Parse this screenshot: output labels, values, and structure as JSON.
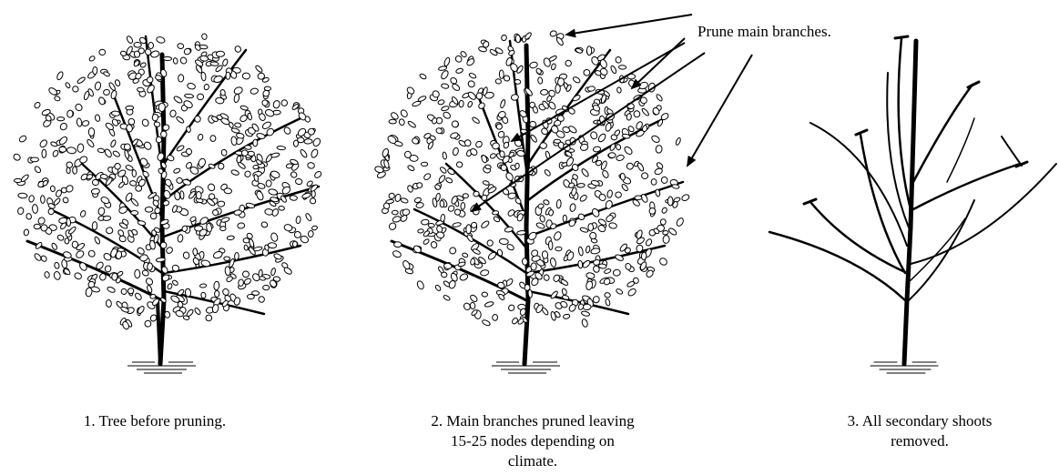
{
  "annotation": "Prune main branches.",
  "panels": [
    {
      "caption_line1": "1. Tree before pruning.",
      "caption_line2": "",
      "caption_line3": "",
      "state": "full-foliage"
    },
    {
      "caption_line1": "2. Main branches pruned leaving",
      "caption_line2": "15-25 nodes depending on",
      "caption_line3": "climate.",
      "state": "main-branches-pruned"
    },
    {
      "caption_line1": "3. All secondary shoots",
      "caption_line2": "removed.",
      "caption_line3": "",
      "state": "bare-framework"
    }
  ],
  "colors": {
    "ink": "#000000",
    "background": "#ffffff"
  }
}
